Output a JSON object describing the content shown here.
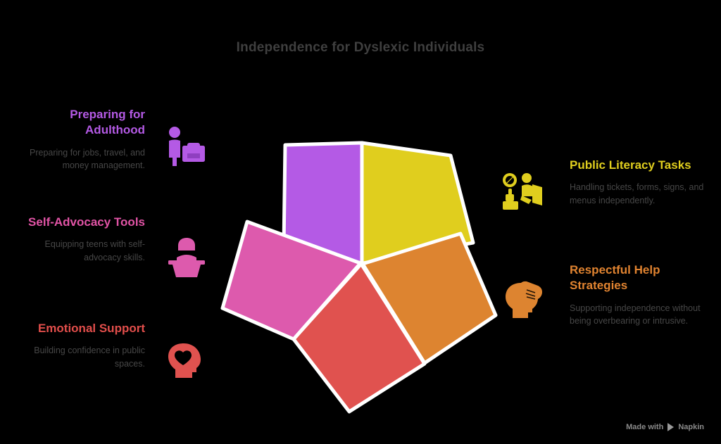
{
  "title": "Independence for Dyslexic Individuals",
  "watermark": {
    "made_with": "Made with",
    "brand": "Napkin",
    "play_icon": "play-icon"
  },
  "colors": {
    "purple": "#b45ae5",
    "pink": "#dd5aad",
    "red": "#e0524f",
    "yellow": "#e0ce1e",
    "orange": "#dd8430",
    "title": "#3f3f3f",
    "body": "#474747",
    "background": "#000000",
    "separator": "#ffffff"
  },
  "sections": [
    {
      "id": "preparing-for-adulthood",
      "heading": "Preparing for Adulthood",
      "description": "Preparing for jobs, travel, and money management.",
      "color": "#b45ae5",
      "icon": "person-with-briefcase-icon",
      "side": "left"
    },
    {
      "id": "self-advocacy-tools",
      "heading": "Self-Advocacy Tools",
      "description": "Equipping teens with self-advocacy skills.",
      "color": "#dd5aad",
      "icon": "person-at-podium-icon",
      "side": "left"
    },
    {
      "id": "emotional-support",
      "heading": "Emotional Support",
      "description": "Building confidence in public spaces.",
      "color": "#e0524f",
      "icon": "head-with-heart-icon",
      "side": "left"
    },
    {
      "id": "public-literacy-tasks",
      "heading": "Public Literacy Tasks",
      "description": "Handling tickets, forms, signs, and menus independently.",
      "color": "#e0ce1e",
      "icon": "person-reading-sign-icon",
      "side": "right"
    },
    {
      "id": "respectful-help-strategies",
      "heading": "Respectful Help Strategies",
      "description": "Supporting independence without being overbearing or intrusive.",
      "color": "#dd8430",
      "icon": "head-with-helping-hand-icon",
      "side": "right"
    }
  ],
  "chart_data": {
    "type": "pie",
    "title": "Independence for Dyslexic Individuals",
    "legend_position": "sides",
    "categories": [
      "Preparing for Adulthood",
      "Public Literacy Tasks",
      "Respectful Help Strategies",
      "Emotional Support",
      "Self-Advocacy Tools"
    ],
    "values": [
      20,
      20,
      20,
      20,
      20
    ],
    "colors": [
      "#b45ae5",
      "#e0ce1e",
      "#dd8430",
      "#e0524f",
      "#dd5aad"
    ],
    "note": "Five equal quadrilateral petals arranged as a pinwheel radiating from a shared center point."
  }
}
